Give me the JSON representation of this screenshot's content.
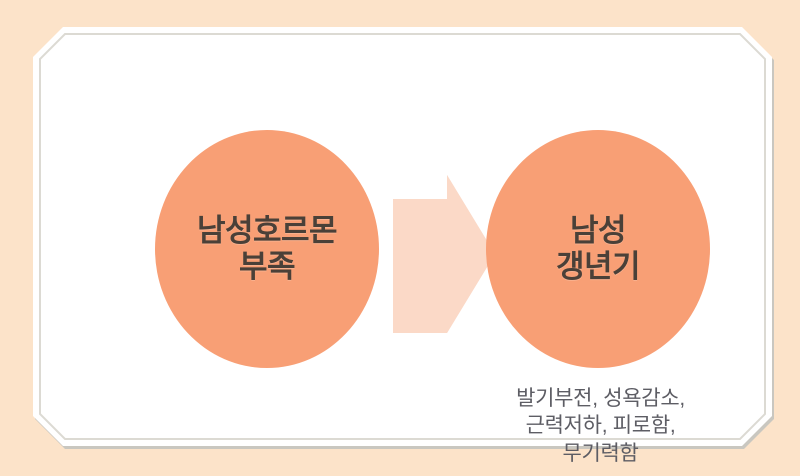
{
  "slide": {
    "background_color": "#fce3c9",
    "card_color": "#ffffff",
    "card_border_color": "#d8d5cd"
  },
  "diagram": {
    "type": "cause-effect-flow",
    "accent_color": "#f89f75",
    "arrow_color": "#fbd9c7",
    "label_color": "#4a4038",
    "caption_color": "#5d5d64",
    "nodes": [
      {
        "id": "cause",
        "shape": "circle",
        "label": "남성호르몬\n부족",
        "fill": "#f89f75"
      },
      {
        "id": "effect",
        "shape": "circle",
        "label": "남성\n갱년기",
        "fill": "#f89f75"
      }
    ],
    "connector": {
      "id": "cause-to-effect",
      "shape": "block-arrow",
      "direction": "right",
      "fill": "#fbd9c7"
    },
    "caption": {
      "id": "symptoms",
      "text": "발기부전, 성욕감소,\n근력저하, 피로함,\n무기력함",
      "symptoms": [
        "발기부전",
        "성욕감소",
        "근력저하",
        "피로함",
        "무기력함"
      ]
    }
  }
}
